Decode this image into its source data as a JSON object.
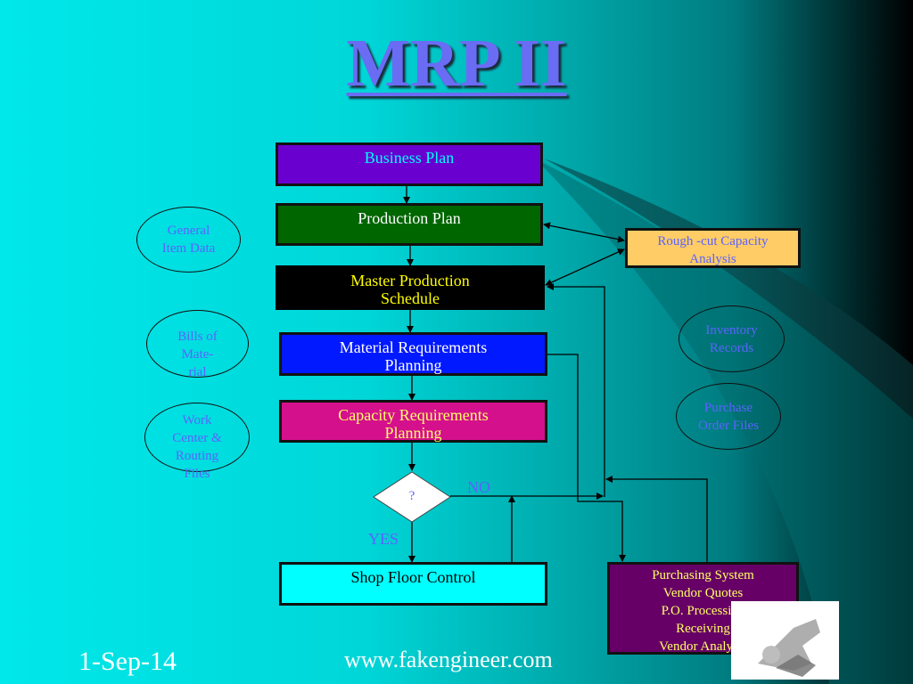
{
  "title": "MRP II",
  "nodes": {
    "business_plan": "Business Plan",
    "production_plan": "Production Plan",
    "master_production_schedule": [
      "Master Production",
      "Schedule"
    ],
    "material_requirements_planning": [
      "Material Requirements",
      "Planning"
    ],
    "capacity_requirements_planning": [
      "Capacity Requirements",
      "Planning"
    ],
    "decision": "?",
    "shop_floor_control": "Shop Floor Control",
    "rough_cut_capacity": [
      "Rough -cut Capacity",
      "Analysis"
    ],
    "purchasing_system": [
      "Purchasing System",
      "Vendor Quotes",
      "P.O. Processing",
      "Receiving",
      "Vendor Analysis"
    ]
  },
  "inputs": {
    "general_item_data": [
      "General",
      "Item Data"
    ],
    "bills_of_material": [
      "Bills of",
      "Mate-",
      "rial"
    ],
    "work_center_routing": [
      "Work",
      "Center &",
      "Routing",
      "Files"
    ],
    "inventory_records": [
      "Inventory",
      "Records"
    ],
    "purchase_order_files": [
      "Purchase",
      "Order Files"
    ]
  },
  "labels": {
    "no": "NO",
    "yes": "YES"
  },
  "footer": {
    "date": "1-Sep-14",
    "url": "www.fakengineer.com"
  },
  "colors": {
    "business_plan": "#6a00d0",
    "production_plan": "#006600",
    "mps": "#000000",
    "mrp": "#0019ff",
    "crp": "#d4108c",
    "shop_floor": "#00ffff",
    "rough_cut": "#ffcc66",
    "purchasing": "#660066"
  }
}
